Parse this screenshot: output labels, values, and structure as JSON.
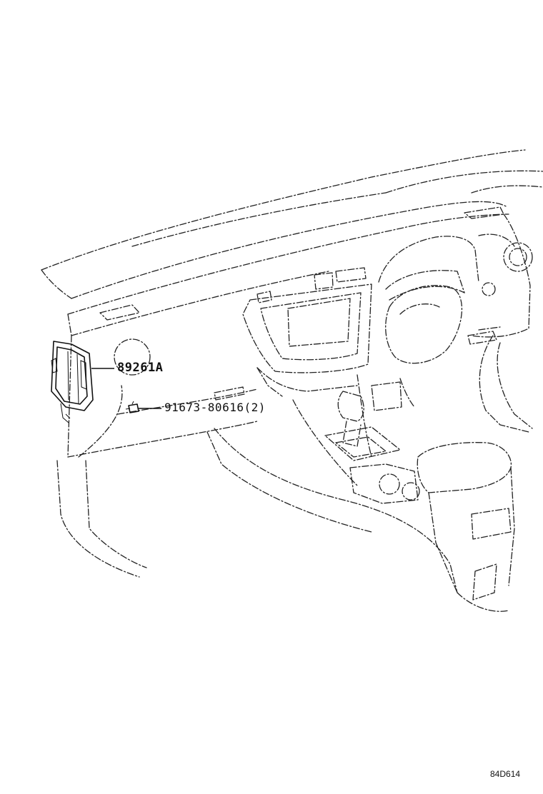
{
  "callouts": [
    {
      "id": "ecu",
      "part_number": "89261A"
    },
    {
      "id": "bolt",
      "part_number": "91673-80616(2)"
    }
  ],
  "reference_code": "84D614"
}
